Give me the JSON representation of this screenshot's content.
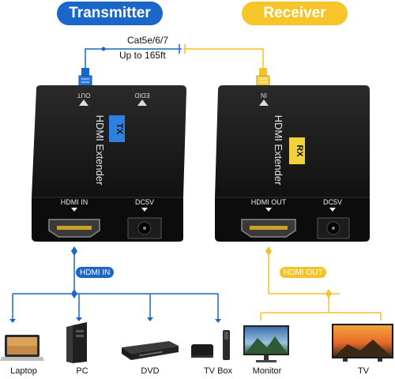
{
  "header": {
    "transmitter": "Transmitter",
    "receiver": "Receiver"
  },
  "cable": {
    "type": "Cat5e/6/7",
    "length": "Up to 165ft"
  },
  "transmitter_unit": {
    "out_port": "OUT",
    "edid_label": "EDID",
    "name": "HDMI Extender",
    "badge": "TX",
    "hdmi_port": "HDMI IN",
    "power_port": "DC5V"
  },
  "receiver_unit": {
    "in_port": "IN",
    "name": "HDMI Extender",
    "badge": "RX",
    "hdmi_port": "HDMI OUT",
    "power_port": "DC5V"
  },
  "connections": {
    "tx_tag": "HDMI IN",
    "rx_tag": "HDMI OUT"
  },
  "sources": [
    {
      "label": "Laptop",
      "icon": "laptop-icon"
    },
    {
      "label": "PC",
      "icon": "pc-tower-icon"
    },
    {
      "label": "DVD",
      "icon": "dvd-player-icon"
    },
    {
      "label": "TV Box",
      "icon": "tv-box-icon"
    }
  ],
  "displays": [
    {
      "label": "Monitor",
      "icon": "monitor-icon"
    },
    {
      "label": "TV",
      "icon": "tv-icon"
    }
  ],
  "colors": {
    "transmitter": "#1a66c9",
    "receiver": "#f7c52a",
    "device_body": "#141414",
    "tx_badge": "#2f7fe0",
    "rx_badge": "#f2d23a"
  }
}
